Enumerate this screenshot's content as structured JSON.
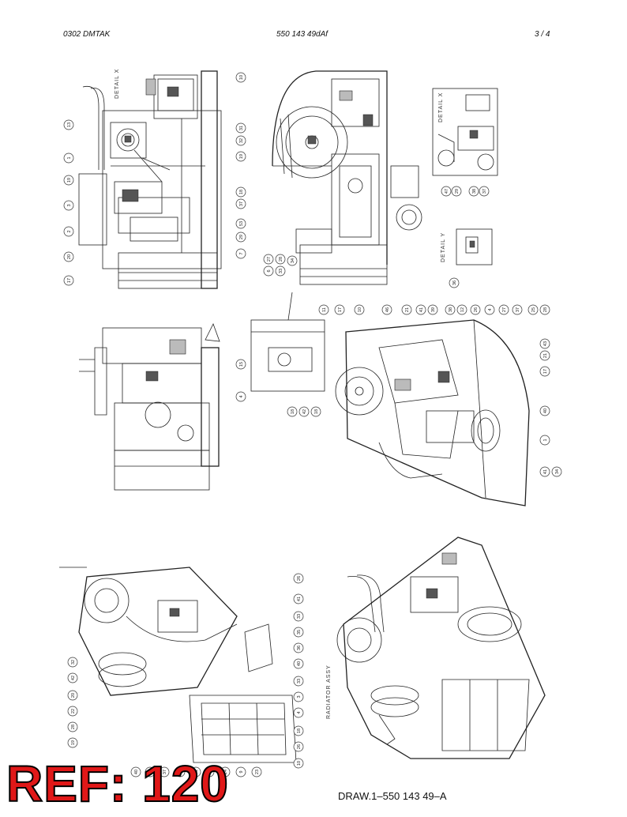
{
  "header": {
    "left": "0302   DMTAK",
    "center": "550 143 49dAf",
    "right": "3 /   4"
  },
  "labels": {
    "detail_x_1": "DETAIL X",
    "detail_x_2": "DETAIL X",
    "detail_y": "DETAIL Y",
    "radiator": "RADIATOR ASSY"
  },
  "stamp": {
    "text": "REF: 120",
    "color": "#e01818"
  },
  "drawing_number": "DRAW.1–550 143 49–A",
  "balloons": {
    "view1": [
      "10",
      "13",
      "1",
      "19",
      "3",
      "2",
      "20",
      "17"
    ],
    "view2": [
      "31",
      "32",
      "19",
      "18",
      "37",
      "53",
      "29",
      "7",
      "27",
      "6",
      "28",
      "33",
      "34"
    ],
    "view3": [
      "47",
      "29",
      "38",
      "37",
      "36"
    ],
    "view4": [
      "11",
      "15",
      "4",
      "18",
      "42",
      "18",
      "17"
    ],
    "view5": [
      "10",
      "46",
      "21",
      "41",
      "39",
      "38",
      "12",
      "26",
      "4",
      "27",
      "37",
      "25",
      "28",
      "43",
      "21",
      "17",
      "40",
      "1",
      "41",
      "34"
    ],
    "view6": [
      "26",
      "41",
      "33",
      "35",
      "36",
      "40",
      "33",
      "3",
      "4",
      "18",
      "26",
      "10",
      "32",
      "42",
      "20",
      "22",
      "28",
      "19",
      "40",
      "27",
      "37",
      "43",
      "31",
      "34",
      "24",
      "9",
      "23"
    ]
  }
}
